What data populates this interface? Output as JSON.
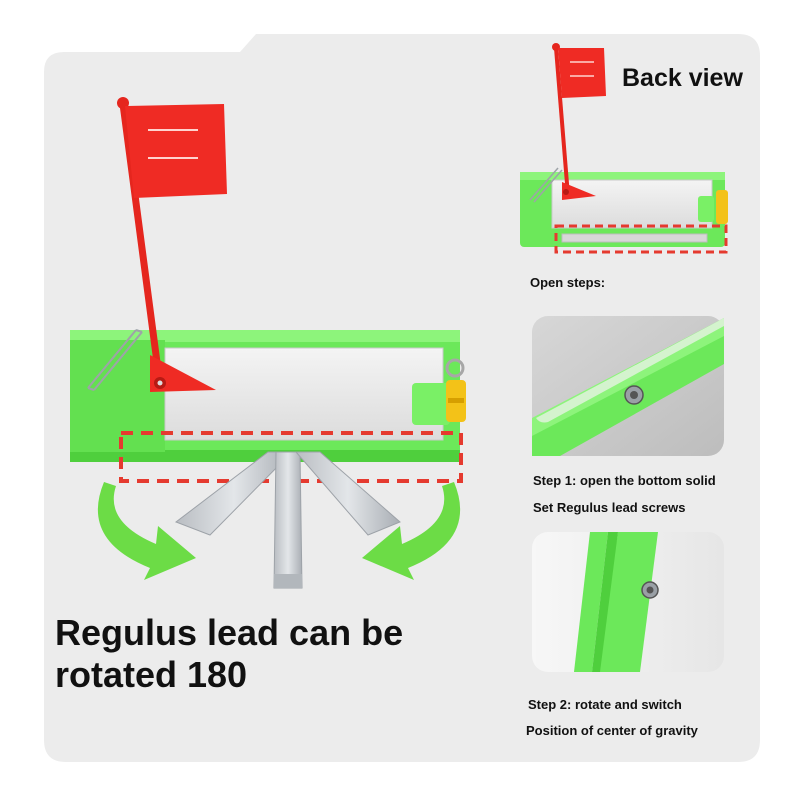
{
  "labels": {
    "back_view": "Back view",
    "open_steps": "Open steps:",
    "step1_line1": "Step 1: open the bottom solid",
    "step1_line2": "Set Regulus lead screws",
    "step2_line1": "Step 2: rotate and switch",
    "step2_line2": "Position of center of gravity",
    "headline_line1": "Regulus lead can be",
    "headline_line2": "rotated 180"
  },
  "colors": {
    "panel_background": "#ececec",
    "body_green": "#6ce85a",
    "flag_red": "#ef2b24",
    "dashed_red": "#e53a2f",
    "arrow_green": "#6cdc46",
    "clip_yellow": "#f3c218",
    "metal_gray": "#c8ccd0"
  },
  "icons": [
    "flag-icon",
    "rotate-arrow-left-icon",
    "rotate-arrow-right-icon",
    "screw-icon"
  ]
}
